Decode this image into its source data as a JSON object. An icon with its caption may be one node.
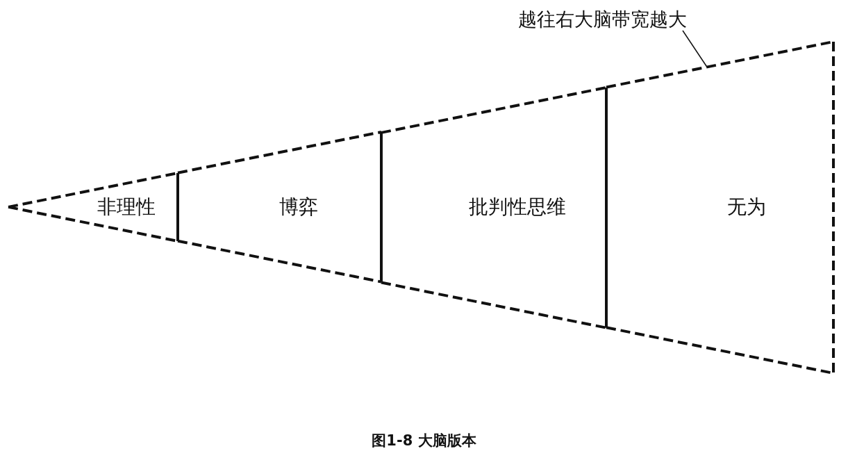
{
  "diagram": {
    "caption": "图1-8 大脑版本",
    "nodes": [
      {
        "text": [
          "非理性"
        ]
      },
      {
        "text": [
          "博弈"
        ]
      },
      {
        "text": [
          "批判性思维"
        ]
      },
      {
        "text": [
          "无为"
        ]
      },
      {
        "text": [
          "越往右大脑带宽越大"
        ]
      }
    ],
    "edges": [
      {
        "from": 4,
        "to": 3,
        "arrow": "none"
      }
    ]
  }
}
